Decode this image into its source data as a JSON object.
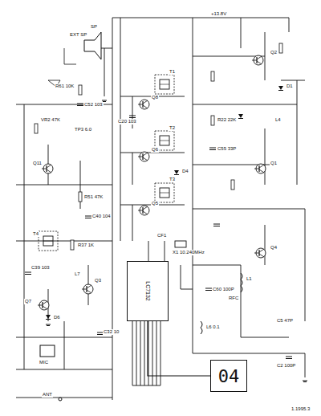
{
  "diagram": {
    "nodes": [
      {
        "text": [
          "LC7132"
        ]
      },
      {
        "text": [
          "04"
        ]
      }
    ],
    "edges": [
      {
        "from": 0,
        "to": 1,
        "arrow": "none"
      }
    ],
    "labels": [
      "ANT",
      "SP",
      "EXT SP",
      "R61 10K",
      "C52 103",
      "VR2 47K",
      "TP3 6.0",
      "Q11",
      "R51 47K",
      "C40 104",
      "T4",
      "C39 103",
      "L7",
      "R37 1K",
      "Q7",
      "D6",
      "C32 10",
      "MIC",
      "Q3",
      "T1",
      "T2",
      "T3",
      "Q8",
      "Q6",
      "Q5",
      "D4",
      "C20 103",
      "R22 22K",
      "CF1",
      "X1 10.240MHz",
      "C60 100P",
      "C55 33P",
      "L4",
      "Q2",
      "Q1",
      "Q4",
      "L1",
      "C5 47P",
      "C2 100P",
      "RFC",
      "D1",
      "+13.8V",
      "1.1995.3",
      "L6 0.1"
    ]
  }
}
